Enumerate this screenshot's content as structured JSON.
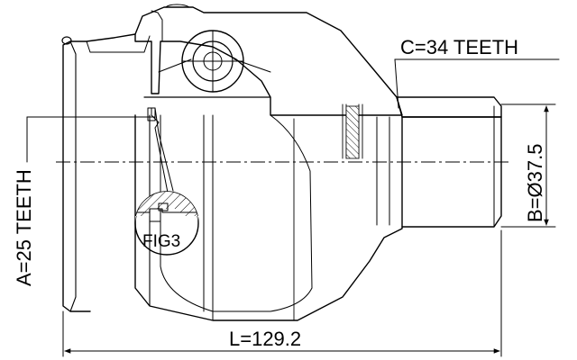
{
  "labels": {
    "spline_c": "C=34 TEETH",
    "diameter_b": "B=Ø37.5",
    "spline_a": "A=25 TEETH",
    "length_l": "L=129.2",
    "fig_ref": "FIG3"
  }
}
